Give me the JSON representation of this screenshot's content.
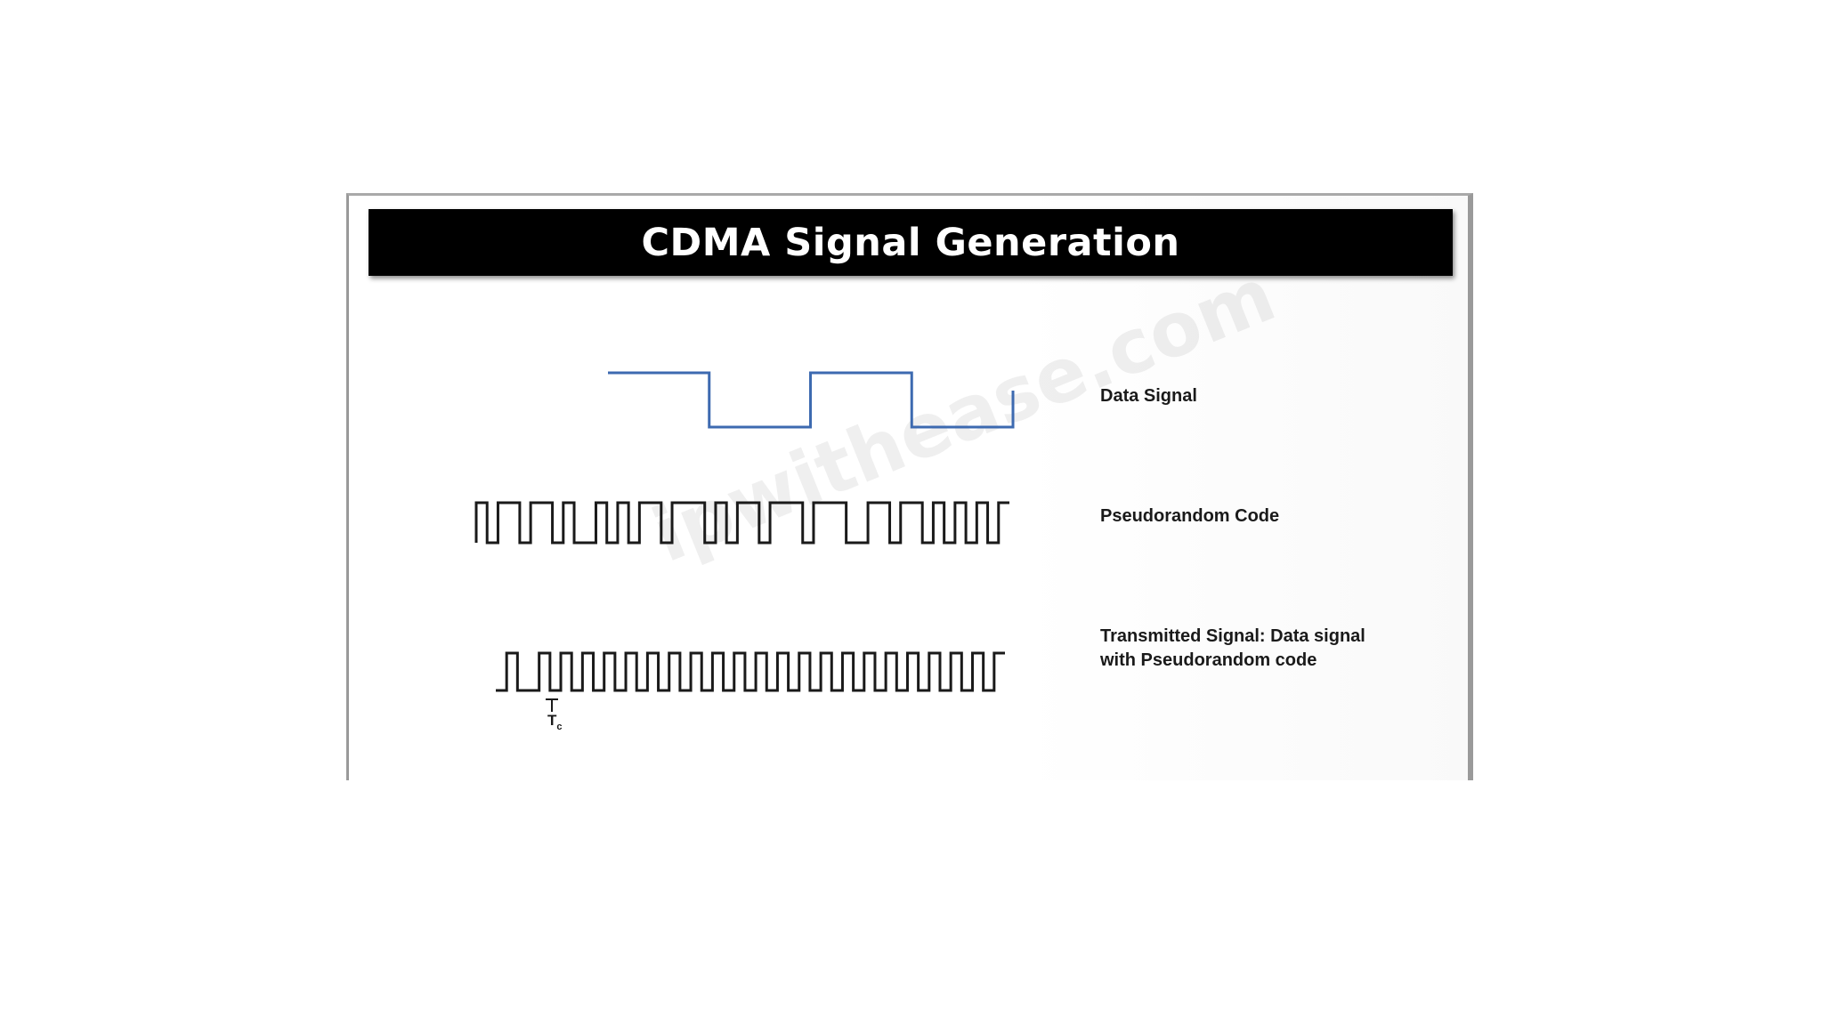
{
  "slide": {
    "title": "CDMA Signal Generation",
    "watermark": "ipwithease.com"
  },
  "signals": [
    {
      "label": "Data Signal",
      "color": "#3d6ab0",
      "bits": [
        1,
        0,
        1,
        0
      ]
    },
    {
      "label": "Pseudorandom Code",
      "color": "#1a1a1a",
      "chip_pattern": "1011011010010101101110101101110111001101101010101"
    },
    {
      "label": "Transmitted Signal: Data signal with Pseudorandom code",
      "color": "#1a1a1a",
      "chip_pattern": "01001010101010101010101010101010101010101010101",
      "marker": "T",
      "marker_subscript": "c"
    }
  ]
}
